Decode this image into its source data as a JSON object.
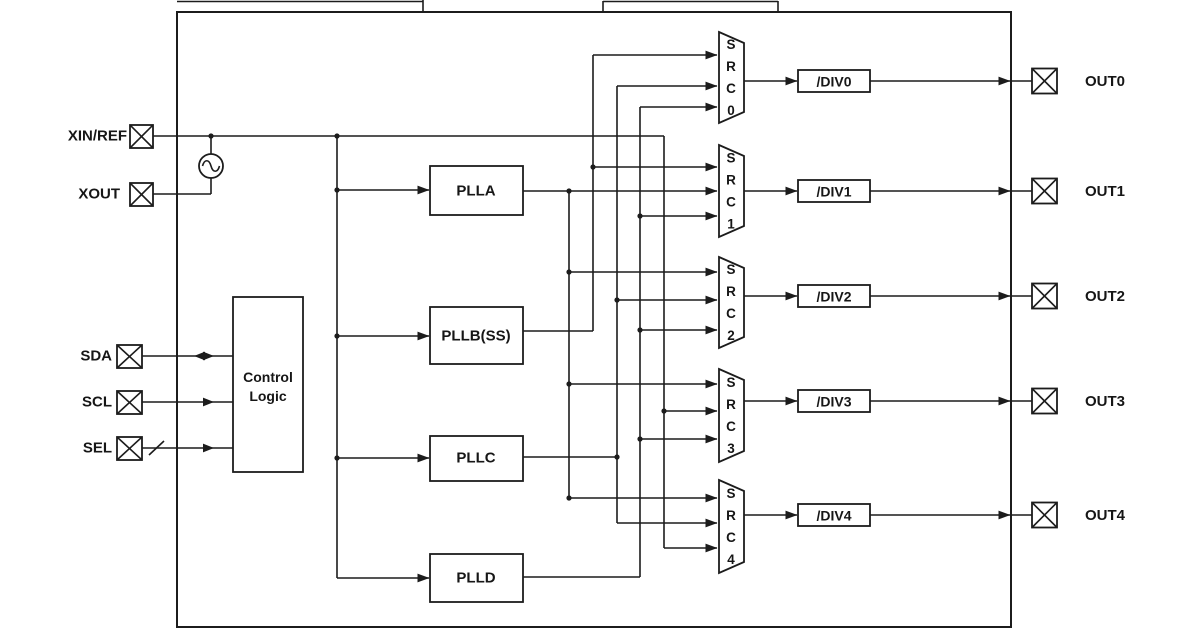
{
  "colors": {
    "background": "#ffffff",
    "line": "#1c1c1c",
    "text": "#161616"
  },
  "pins_left": [
    {
      "id": "xin_ref",
      "label": "XIN/REF"
    },
    {
      "id": "xout",
      "label": "XOUT"
    },
    {
      "id": "sda",
      "label": "SDA"
    },
    {
      "id": "scl",
      "label": "SCL"
    },
    {
      "id": "sel",
      "label": "SEL"
    }
  ],
  "control_logic": {
    "line1": "Control",
    "line2": "Logic"
  },
  "plls": [
    {
      "label": "PLLA"
    },
    {
      "label": "PLLB(SS)"
    },
    {
      "label": "PLLC"
    },
    {
      "label": "PLLD"
    }
  ],
  "sources_muxes": [
    {
      "letters": [
        "S",
        "R",
        "C",
        "0"
      ]
    },
    {
      "letters": [
        "S",
        "R",
        "C",
        "1"
      ]
    },
    {
      "letters": [
        "S",
        "R",
        "C",
        "2"
      ]
    },
    {
      "letters": [
        "S",
        "R",
        "C",
        "3"
      ]
    },
    {
      "letters": [
        "S",
        "R",
        "C",
        "4"
      ]
    }
  ],
  "dividers": [
    "/DIV0",
    "/DIV1",
    "/DIV2",
    "/DIV3",
    "/DIV4"
  ],
  "outputs": [
    "OUT0",
    "OUT1",
    "OUT2",
    "OUT3",
    "OUT4"
  ]
}
